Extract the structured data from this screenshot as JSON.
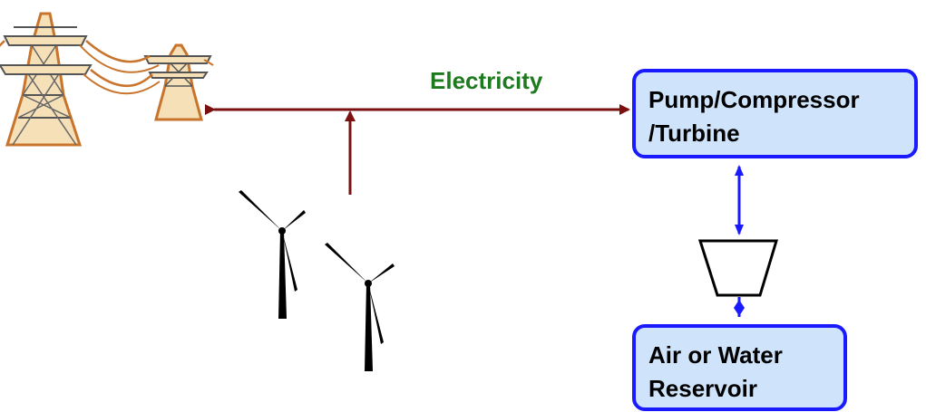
{
  "diagram": {
    "electricity_label": "Electricity",
    "pump_box": {
      "line1": "Pump/Compressor",
      "line2": "/Turbine"
    },
    "reservoir_box": {
      "line1": "Air or Water",
      "line2": "Reservoir"
    }
  },
  "colors": {
    "electricity_line": "#7a1010",
    "electricity_text": "#1e7a1e",
    "box_border": "#1a1aff",
    "box_fill": "#cfe3fb",
    "connector": "#1a1aff"
  },
  "icons": [
    "transmission-towers-icon",
    "wind-turbine-icon",
    "turbine-nozzle-icon"
  ]
}
